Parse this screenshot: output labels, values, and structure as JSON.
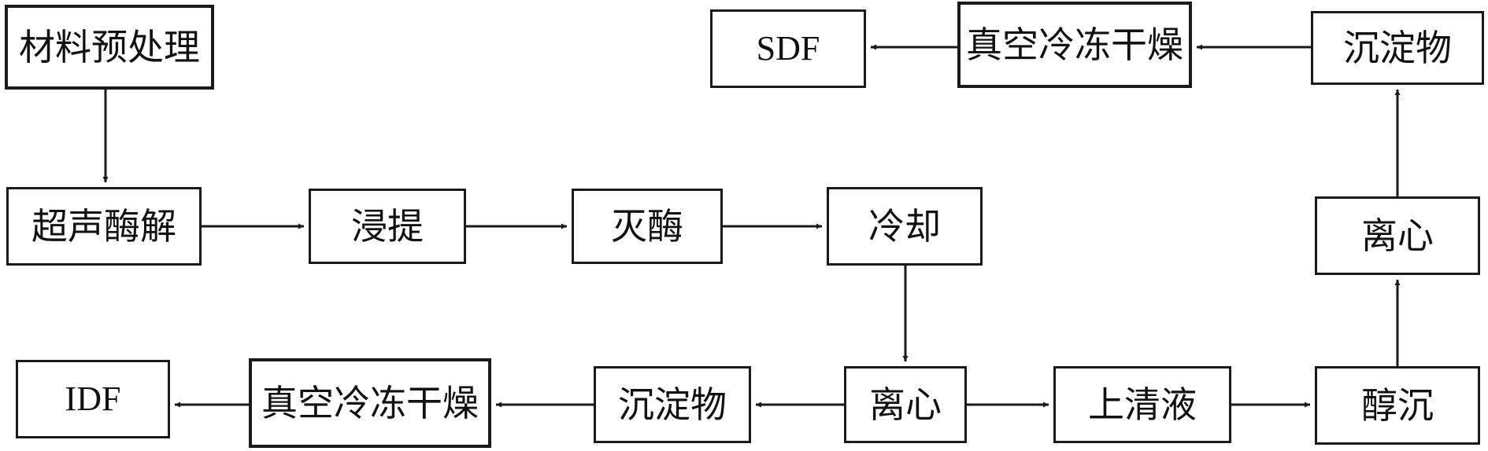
{
  "diagram": {
    "type": "flowchart",
    "nodes": {
      "pretreat": "材料预处理",
      "ultrasonic": "超声酶解",
      "extract": "浸提",
      "inactivate": "灭酶",
      "cool": "冷却",
      "centrifuge_1": "离心",
      "supernatant": "上清液",
      "alcohol_ppt": "醇沉",
      "centrifuge_2": "离心",
      "precipitate_top": "沉淀物",
      "freeze_dry_top": "真空冷冻干燥",
      "sdf": "SDF",
      "precipitate_bottom": "沉淀物",
      "freeze_dry_bottom": "真空冷冻干燥",
      "idf": "IDF"
    },
    "edges": [
      {
        "from": "pretreat",
        "to": "ultrasonic"
      },
      {
        "from": "ultrasonic",
        "to": "extract"
      },
      {
        "from": "extract",
        "to": "inactivate"
      },
      {
        "from": "inactivate",
        "to": "cool"
      },
      {
        "from": "cool",
        "to": "centrifuge_1"
      },
      {
        "from": "centrifuge_1",
        "to": "supernatant"
      },
      {
        "from": "supernatant",
        "to": "alcohol_ppt"
      },
      {
        "from": "alcohol_ppt",
        "to": "centrifuge_2"
      },
      {
        "from": "centrifuge_2",
        "to": "precipitate_top"
      },
      {
        "from": "precipitate_top",
        "to": "freeze_dry_top"
      },
      {
        "from": "freeze_dry_top",
        "to": "sdf"
      },
      {
        "from": "centrifuge_1",
        "to": "precipitate_bottom"
      },
      {
        "from": "precipitate_bottom",
        "to": "freeze_dry_bottom"
      },
      {
        "from": "freeze_dry_bottom",
        "to": "idf"
      }
    ],
    "colors": {
      "line": "#1a1a1a",
      "text": "#111111",
      "background": "#ffffff"
    }
  }
}
